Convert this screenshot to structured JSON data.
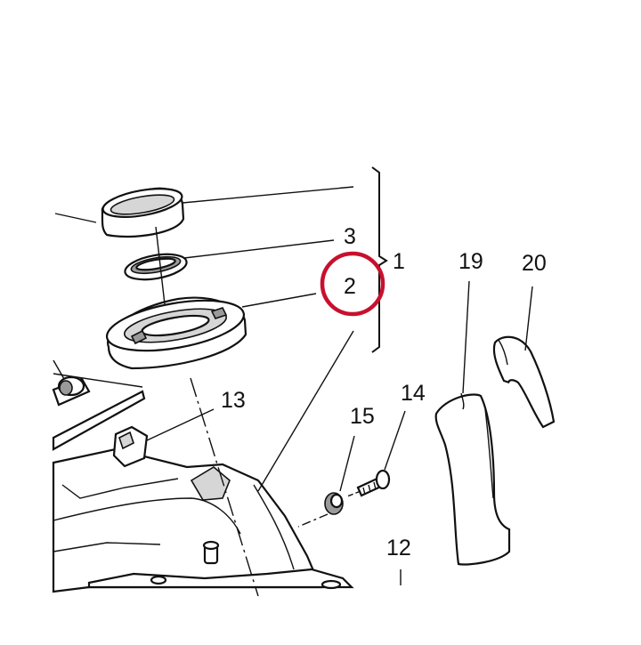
{
  "diagram": {
    "labels": {
      "part_1": "1",
      "part_2": "2",
      "part_3": "3",
      "part_12": "12",
      "part_13": "13",
      "part_14": "14",
      "part_15": "15",
      "part_19": "19",
      "part_20": "20"
    },
    "colors": {
      "line": "#111111",
      "shade": "#d6d6d6",
      "dark_shade": "#9a9a9a",
      "highlight_circle": "#c8102e"
    },
    "highlighted_label": "2"
  }
}
